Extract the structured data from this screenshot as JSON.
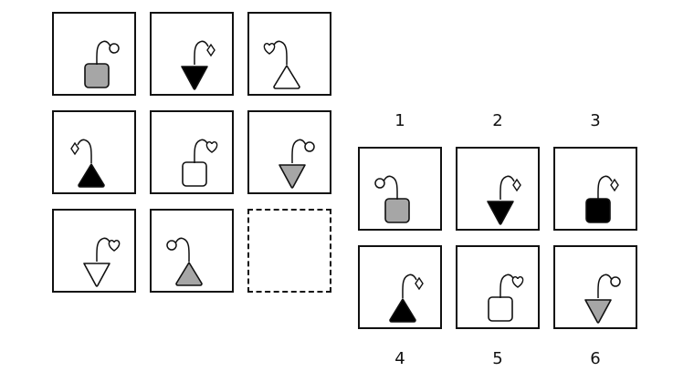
{
  "colors": {
    "black": "#000000",
    "gray": "#a6a6a6",
    "white": "#ffffff",
    "stroke": "#111111"
  },
  "matrix": [
    {
      "body": "square",
      "fill": "gray",
      "pendant": "circle",
      "flip": false,
      "icon": "gray-square-circle-icon"
    },
    {
      "body": "inverted-triangle",
      "fill": "black",
      "pendant": "diamond",
      "flip": false,
      "icon": "black-inverted-triangle-diamond-icon"
    },
    {
      "body": "triangle",
      "fill": "white",
      "pendant": "heart",
      "flip": true,
      "icon": "white-triangle-heart-icon"
    },
    {
      "body": "triangle",
      "fill": "black",
      "pendant": "diamond",
      "flip": true,
      "icon": "black-triangle-diamond-icon"
    },
    {
      "body": "square",
      "fill": "white",
      "pendant": "heart",
      "flip": false,
      "icon": "white-square-heart-icon"
    },
    {
      "body": "inverted-triangle",
      "fill": "gray",
      "pendant": "circle",
      "flip": false,
      "icon": "gray-inverted-triangle-circle-icon"
    },
    {
      "body": "inverted-triangle",
      "fill": "white",
      "pendant": "heart",
      "flip": false,
      "icon": "white-inverted-triangle-heart-icon"
    },
    {
      "body": "triangle",
      "fill": "gray",
      "pendant": "circle",
      "flip": true,
      "icon": "gray-triangle-circle-icon"
    },
    {
      "body": "blank"
    }
  ],
  "options": [
    {
      "label": "1",
      "body": "square",
      "fill": "gray",
      "pendant": "circle",
      "flip": true,
      "icon": "gray-square-circle-icon"
    },
    {
      "label": "2",
      "body": "inverted-triangle",
      "fill": "black",
      "pendant": "diamond",
      "flip": false,
      "icon": "black-inverted-triangle-diamond-icon"
    },
    {
      "label": "3",
      "body": "square",
      "fill": "black",
      "pendant": "diamond",
      "flip": false,
      "icon": "black-square-diamond-icon"
    },
    {
      "label": "4",
      "body": "triangle",
      "fill": "black",
      "pendant": "diamond",
      "flip": false,
      "icon": "black-triangle-diamond-icon"
    },
    {
      "label": "5",
      "body": "square",
      "fill": "white",
      "pendant": "heart",
      "flip": false,
      "icon": "white-square-heart-icon"
    },
    {
      "label": "6",
      "body": "inverted-triangle",
      "fill": "gray",
      "pendant": "circle",
      "flip": false,
      "icon": "gray-inverted-triangle-circle-icon"
    }
  ]
}
